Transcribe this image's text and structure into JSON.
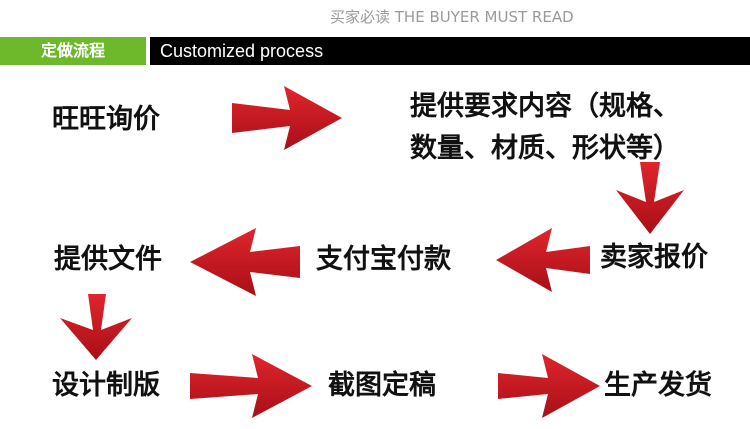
{
  "top_caption": "买家必读 THE BUYER MUST READ",
  "header": {
    "label_cn": "定做流程",
    "label_en": "Customized process"
  },
  "steps": {
    "wangwang": "旺旺询价",
    "requirements_line1": "提供要求内容（规格、",
    "requirements_line2": "数量、材质、形状等）",
    "quote": "卖家报价",
    "alipay": "支付宝付款",
    "files": "提供文件",
    "design": "设计制版",
    "proof": "截图定稿",
    "ship": "生产发货"
  },
  "colors": {
    "arrow": "#c8141e",
    "header_green": "#6eb92b",
    "header_black": "#000000",
    "caption_gray": "#9a9a9a"
  }
}
